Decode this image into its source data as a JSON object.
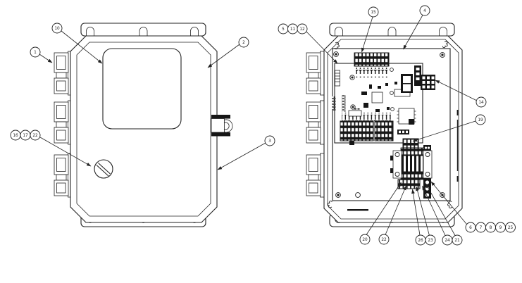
{
  "colors": {
    "background": "#ffffff",
    "line": "#222222",
    "dark_fill": "#161616"
  },
  "callouts": {
    "left_view": [
      {
        "id": "1"
      },
      {
        "id": "10"
      },
      {
        "id": "2"
      },
      {
        "id": "3"
      },
      {
        "id": "16"
      },
      {
        "id": "17"
      },
      {
        "id": "22"
      }
    ],
    "right_view": [
      {
        "id": "5"
      },
      {
        "id": "11"
      },
      {
        "id": "12"
      },
      {
        "id": "15"
      },
      {
        "id": "4"
      },
      {
        "id": "14"
      },
      {
        "id": "19"
      },
      {
        "id": "20"
      },
      {
        "id": "22"
      },
      {
        "id": "26"
      },
      {
        "id": "23"
      },
      {
        "id": "24"
      },
      {
        "id": "21"
      },
      {
        "id": "6"
      },
      {
        "id": "7"
      },
      {
        "id": "8"
      },
      {
        "id": "9"
      },
      {
        "id": "25"
      }
    ]
  }
}
